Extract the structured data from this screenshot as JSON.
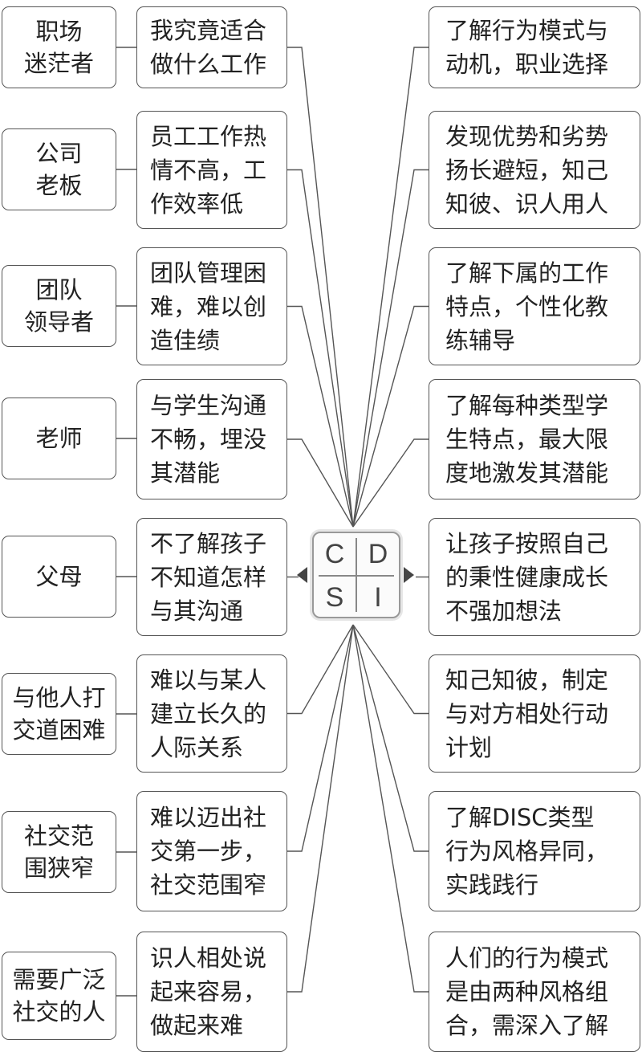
{
  "rows": [
    {
      "who": "职场\n迷茫者",
      "problem": "我究竟适合\n做什么工作",
      "solution": "了解行为模式与\n动机，职业选择"
    },
    {
      "who": "公司\n老板",
      "problem": "员工工作热\n情不高，工\n作效率低",
      "solution": "发现优势和劣势\n扬长避短，知己\n知彼、识人用人"
    },
    {
      "who": "团队\n领导者",
      "problem": "团队管理困\n难，难以创\n造佳绩",
      "solution": "了解下属的工作\n特点，个性化教\n练辅导"
    },
    {
      "who": "老师",
      "problem": "与学生沟通\n不畅，埋没\n其潜能",
      "solution": "了解每种类型学\n生特点，最大限\n度地激发其潜能"
    },
    {
      "who": "父母",
      "problem": "不了解孩子\n不知道怎样\n与其沟通",
      "solution": "让孩子按照自己\n的秉性健康成长\n不强加想法"
    },
    {
      "who": "与他人打\n交道困难",
      "problem": "难以与某人\n建立长久的\n人际关系",
      "solution": "知己知彼，制定\n与对方相处行动\n计划"
    },
    {
      "who": "社交范\n围狭窄",
      "problem": "难以迈出社\n交第一步，\n社交范围窄",
      "solution": "了解DISC类型\n行为风格异同，\n实践践行"
    },
    {
      "who": "需要广泛\n社交的人",
      "problem": "识人相处说\n起来容易，\n做起来难",
      "solution": "人们的行为模式\n是由两种风格组\n合，需深入了解"
    }
  ],
  "disc": {
    "c": "C",
    "d": "D",
    "s": "S",
    "i": "I"
  }
}
